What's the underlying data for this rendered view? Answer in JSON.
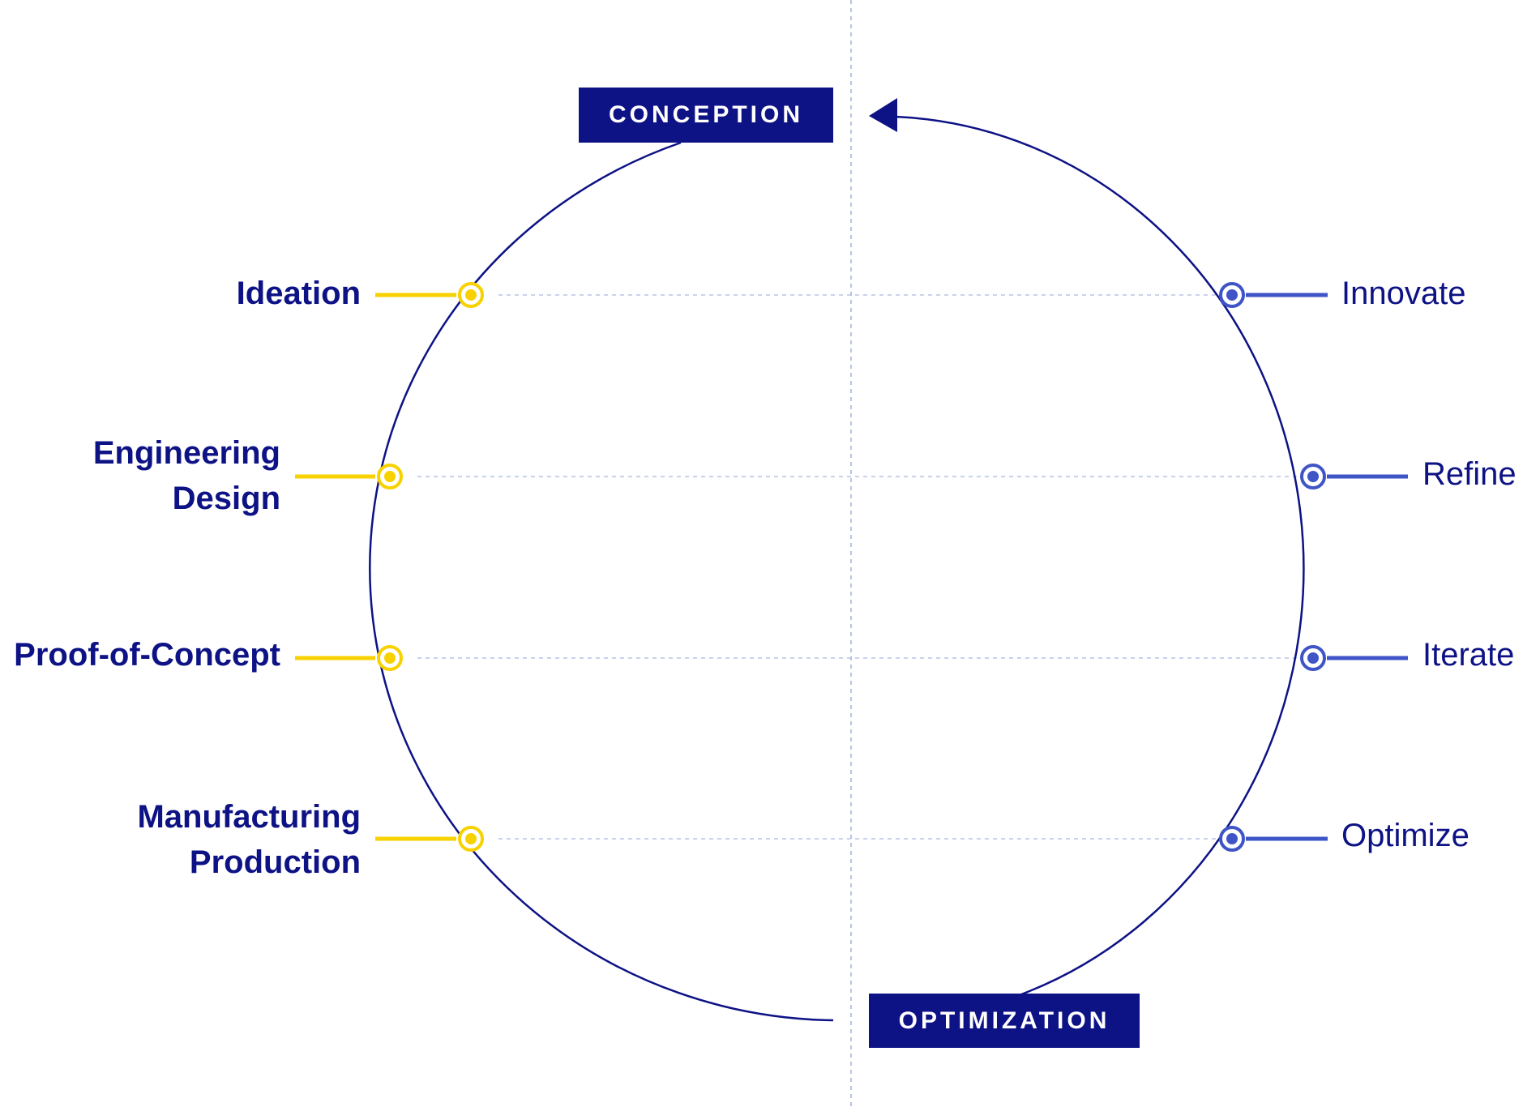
{
  "colors": {
    "navy": "#0d1285",
    "yellow": "#f7d200",
    "blue": "#3f55c7",
    "guide": "#b8c3e6"
  },
  "phases": {
    "top": "CONCEPTION",
    "bottom": "OPTIMIZATION"
  },
  "left_stages": [
    {
      "lines": [
        "Ideation"
      ]
    },
    {
      "lines": [
        "Engineering",
        "Design"
      ]
    },
    {
      "lines": [
        "Proof-of-Concept"
      ]
    },
    {
      "lines": [
        "Manufacturing",
        "Production"
      ]
    }
  ],
  "right_stages": [
    {
      "label": "Innovate"
    },
    {
      "label": "Refine"
    },
    {
      "label": "Iterate"
    },
    {
      "label": "Optimize"
    }
  ],
  "icons": {
    "arrow": "arrowhead-left-icon",
    "node": "ring-dot-icon"
  }
}
